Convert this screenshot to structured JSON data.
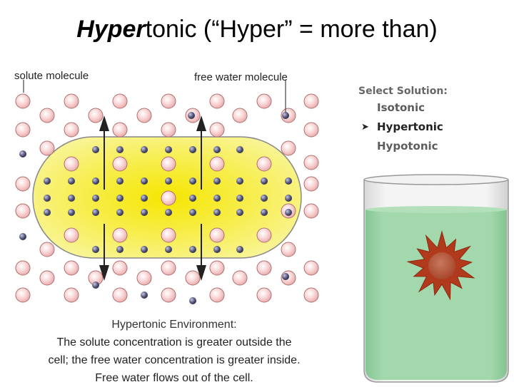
{
  "title": {
    "emphasis": "Hyper",
    "rest": "tonic (“Hyper” = more than)"
  },
  "labels": {
    "solute": "solute molecule",
    "water": "free water molecule"
  },
  "environment": {
    "heading": "Hypertonic Environment:",
    "line1": "The solute concentration is greater outside the",
    "line2": "cell; the free water concentration is greater inside.",
    "line3": "Free water flows out of the cell."
  },
  "menu": {
    "title": "Select Solution:",
    "items": [
      {
        "label": "Isotonic",
        "selected": false
      },
      {
        "label": "Hypertonic",
        "selected": true
      },
      {
        "label": "Hypotonic",
        "selected": false
      }
    ],
    "caret_icon": "chevron-right-icon"
  },
  "colors": {
    "solute_fill": "#f6c8c8",
    "water_fill": "#5c5c7a",
    "cell_outer": "#f5f07a",
    "cell_center": "#f5e600",
    "beaker_water": "#9dd4a8",
    "shrunken_cell": "#b23a1c"
  }
}
